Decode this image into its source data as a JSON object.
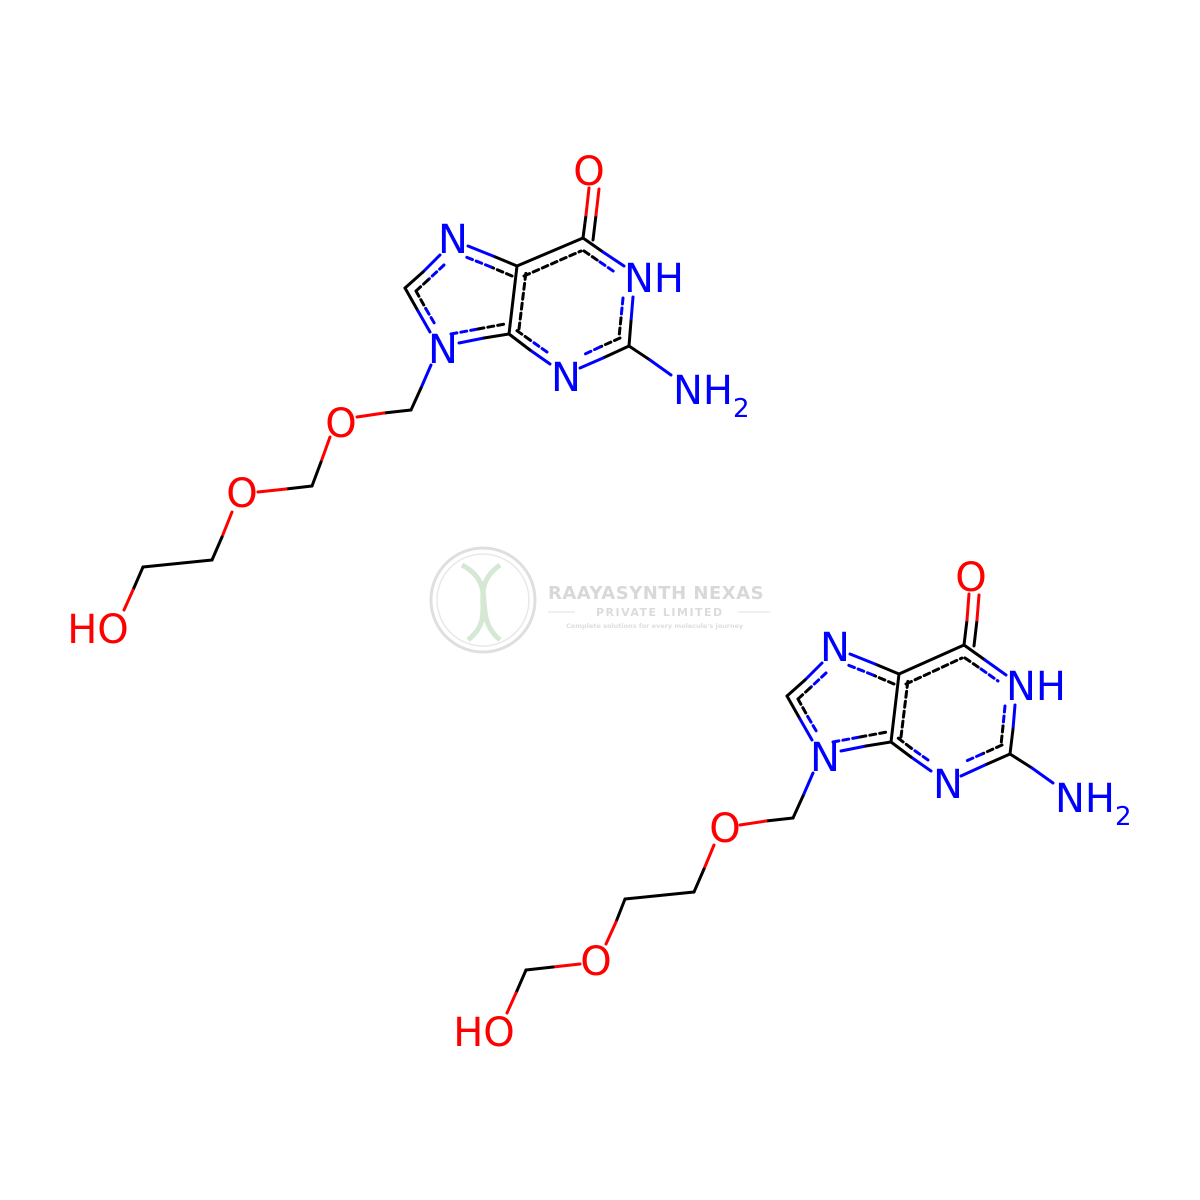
{
  "colors": {
    "carbon_bond": "#000000",
    "nitrogen": "#0000FF",
    "oxygen": "#FF0000",
    "watermark": "#d6d6d6",
    "watermark_green": "#cfe8cf",
    "background": "#FFFFFF"
  },
  "watermark": {
    "title": "RAAYASYNTH NEXAS",
    "subtitle": "PRIVATE LIMITED",
    "tagline": "Complete solutions for every molecule's journey"
  },
  "molecules": [
    {
      "id": "molecule-1",
      "atoms": [
        {
          "label": "O",
          "element": "O"
        },
        {
          "label": "N",
          "element": "N"
        },
        {
          "label": "NH",
          "element": "N"
        },
        {
          "label": "N",
          "element": "N"
        },
        {
          "label": "N",
          "element": "N"
        },
        {
          "label": "NH",
          "element": "N",
          "subscript": "2"
        },
        {
          "label": "O",
          "element": "O"
        },
        {
          "label": "O",
          "element": "O"
        },
        {
          "label": "HO",
          "element": "O"
        }
      ]
    },
    {
      "id": "molecule-2",
      "atoms": [
        {
          "label": "O",
          "element": "O"
        },
        {
          "label": "N",
          "element": "N"
        },
        {
          "label": "NH",
          "element": "N"
        },
        {
          "label": "N",
          "element": "N"
        },
        {
          "label": "N",
          "element": "N"
        },
        {
          "label": "NH",
          "element": "N",
          "subscript": "2"
        },
        {
          "label": "O",
          "element": "O"
        },
        {
          "label": "O",
          "element": "O"
        },
        {
          "label": "HO",
          "element": "O"
        }
      ]
    }
  ]
}
